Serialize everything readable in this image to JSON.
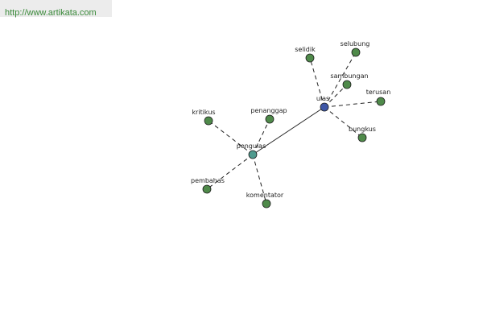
{
  "source": {
    "url_text": "http://www.artikata.com"
  },
  "colors": {
    "leaf_node": "#4f8a4a",
    "pengulas_node": "#4f9a8e",
    "ulas_node": "#3d56a6",
    "edge": "#222222",
    "banner_text": "#3a8a3a"
  },
  "graph": {
    "hubs": [
      {
        "id": "ulas",
        "label": "ulas"
      },
      {
        "id": "pengulas",
        "label": "pengulas"
      }
    ],
    "leaves": [
      {
        "id": "selidik",
        "label": "selidik",
        "hub": "ulas"
      },
      {
        "id": "selubung",
        "label": "selubung",
        "hub": "ulas"
      },
      {
        "id": "sambungan",
        "label": "sambungan",
        "hub": "ulas"
      },
      {
        "id": "terusan",
        "label": "terusan",
        "hub": "ulas"
      },
      {
        "id": "bungkus",
        "label": "bungkus",
        "hub": "ulas"
      },
      {
        "id": "kritikus",
        "label": "kritikus",
        "hub": "pengulas"
      },
      {
        "id": "penanggap",
        "label": "penanggap",
        "hub": "pengulas"
      },
      {
        "id": "pembahas",
        "label": "pembahas",
        "hub": "pengulas"
      },
      {
        "id": "komentator",
        "label": "komentator",
        "hub": "pengulas"
      }
    ],
    "links": [
      {
        "from": "ulas",
        "to": "pengulas",
        "style": "solid"
      }
    ]
  }
}
